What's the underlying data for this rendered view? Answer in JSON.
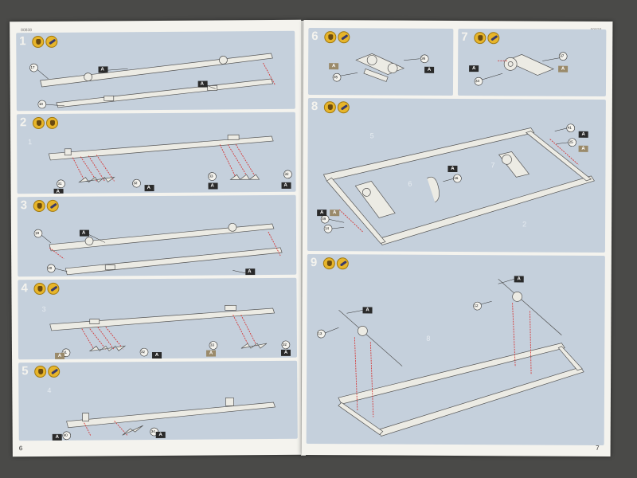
{
  "left_page": {
    "code": "80838",
    "page_number": "6",
    "steps": [
      {
        "number": "1",
        "callouts": [
          "17",
          "18"
        ],
        "labels": [
          "A",
          "A"
        ]
      },
      {
        "number": "2",
        "group": "1",
        "callouts": [
          "31",
          "32",
          "33",
          "32"
        ],
        "labels": [
          "A",
          "A",
          "A",
          "A"
        ]
      },
      {
        "number": "3",
        "callouts": [
          "19",
          "20"
        ],
        "labels": [
          "A",
          "A"
        ]
      },
      {
        "number": "4",
        "group": "3",
        "callouts": [
          "31",
          "32",
          "33",
          "32"
        ],
        "labels": [
          "A",
          "A",
          "A",
          "A"
        ]
      },
      {
        "number": "5",
        "group": "4",
        "callouts": [
          "40",
          "34"
        ],
        "labels": [
          "A",
          "A"
        ]
      }
    ]
  },
  "right_page": {
    "code": "80838",
    "page_number": "7",
    "steps": [
      {
        "number": "6",
        "callouts": [
          "36",
          "35"
        ],
        "labels": [
          "A",
          "A"
        ]
      },
      {
        "number": "7",
        "callouts": [
          "37",
          "34"
        ],
        "labels": [
          "A",
          "A"
        ]
      },
      {
        "number": "8",
        "groups": [
          "5",
          "6",
          "7",
          "2"
        ],
        "callouts": [
          "41",
          "25",
          "16",
          "39",
          "14"
        ],
        "labels": [
          "A",
          "A",
          "A",
          "A",
          "A"
        ]
      },
      {
        "number": "9",
        "group": "8",
        "callouts": [
          "12",
          "13"
        ],
        "labels": [
          "A",
          "A"
        ]
      }
    ]
  },
  "colors": {
    "panel": "#c5d0dc",
    "paper": "#f4f3ee",
    "icon_yellow": "#e7b52a",
    "arrow_red": "#d43a3a",
    "label_dark": "#2a2a2a"
  }
}
